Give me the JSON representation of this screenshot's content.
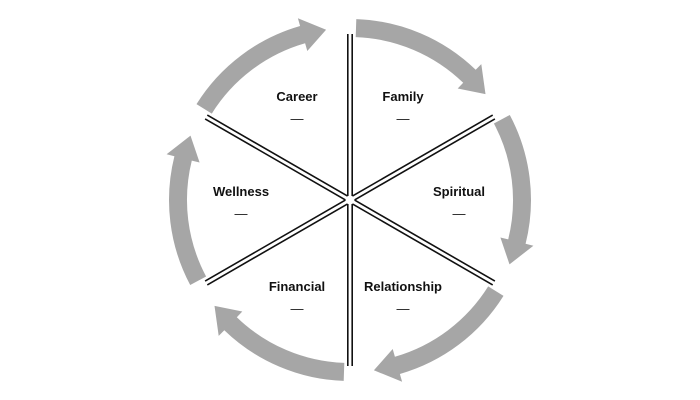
{
  "colors": {
    "arrow": "#a6a6a6",
    "divider": "#111111",
    "text": "#111111",
    "background": "#ffffff"
  },
  "segments": [
    {
      "key": "career",
      "label": "Career",
      "value": "—"
    },
    {
      "key": "family",
      "label": "Family",
      "value": "—"
    },
    {
      "key": "spiritual",
      "label": "Spiritual",
      "value": "—"
    },
    {
      "key": "relationship",
      "label": "Relationship",
      "value": "—"
    },
    {
      "key": "financial",
      "label": "Financial",
      "value": "—"
    },
    {
      "key": "wellness",
      "label": "Wellness",
      "value": "—"
    }
  ]
}
